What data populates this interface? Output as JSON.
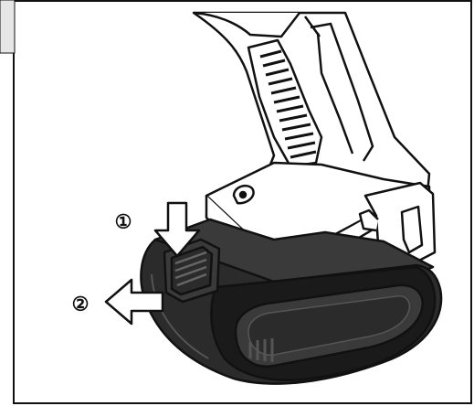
{
  "steps": [
    {
      "label": "①",
      "action": "press-down"
    },
    {
      "label": "②",
      "action": "pull-left"
    }
  ],
  "colors": {
    "outline": "#111111",
    "tool_body": "#ffffff",
    "battery_body": "#2b2b2b",
    "battery_dark": "#1a1a1a",
    "battery_mid": "#3a3a3a",
    "corner_tab": "#e6e6e6"
  }
}
